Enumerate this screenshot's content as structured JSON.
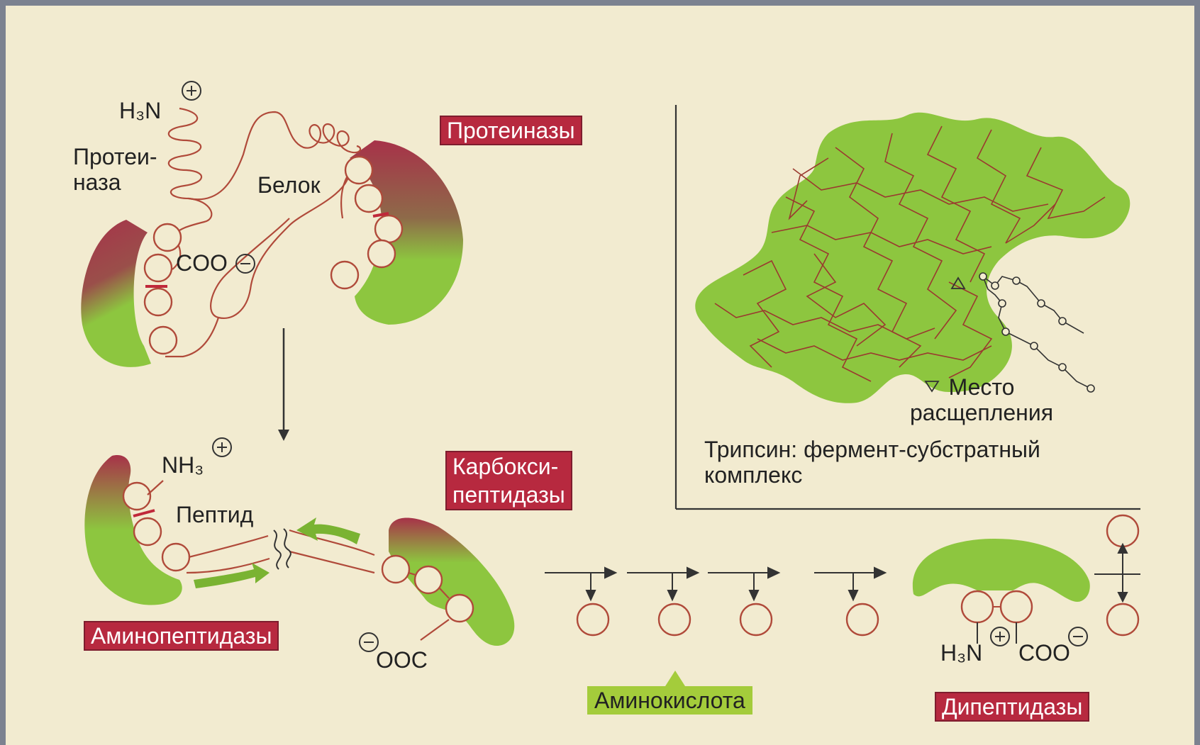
{
  "labels": {
    "h3n_top": "H₃N",
    "proteinase": "Протеи-\nназа",
    "protein": "Белок",
    "coo_top": "COO",
    "nh3": "NH₃",
    "peptide": "Пептид",
    "ooc": "OOC",
    "h3n_bottom": "H₃N",
    "coo_bottom": "COO",
    "cleavage_site": "Место\nрасщепления",
    "trypsin": "Трипсин: фермент-субстратный\nкомплекс"
  },
  "boxes": {
    "proteinases": "Протеиназы",
    "carboxypeptidases": "Карбокси-\nпептидазы",
    "aminopeptidases": "Аминопептидазы",
    "amino_acid": "Аминокислота",
    "dipeptidases": "Дипептидазы"
  },
  "colors": {
    "enzyme_red": "#a73249",
    "enzyme_green": "#8dc63f",
    "label_box": "#b7293f",
    "amino_box": "#a4cc3b",
    "chain": "#b04a3a"
  }
}
